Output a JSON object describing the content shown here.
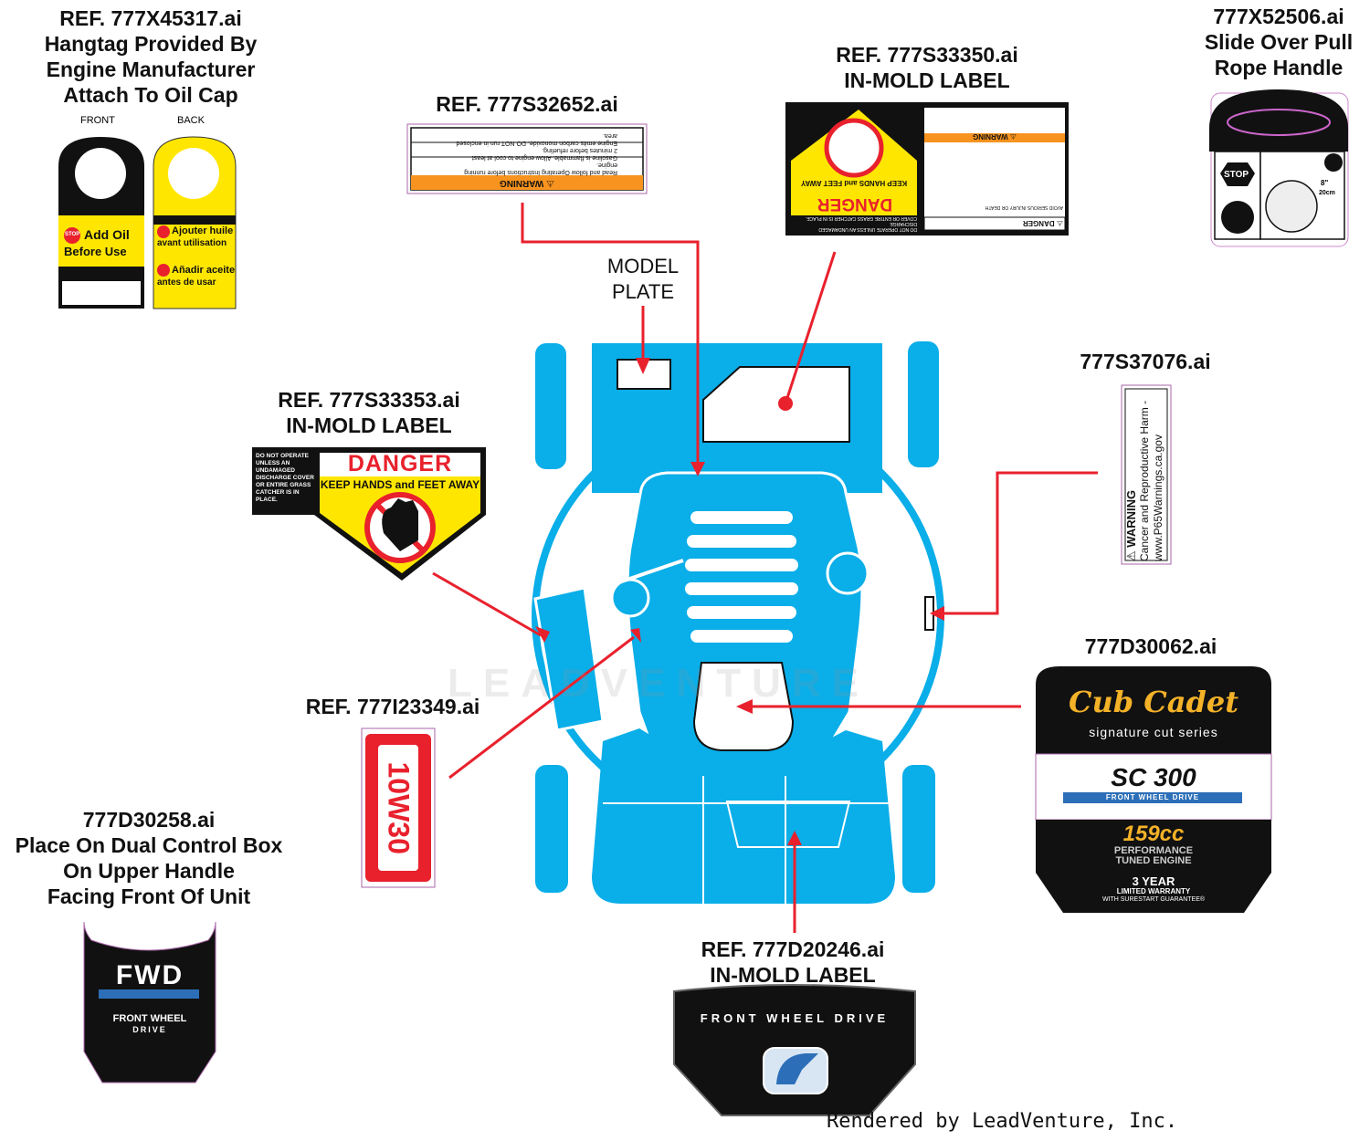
{
  "callouts": {
    "hangtag": {
      "line1": "REF. 777X45317.ai",
      "line2": "Hangtag Provided By",
      "line3": "Engine Manufacturer",
      "line4": "Attach To Oil Cap"
    },
    "warning_top": {
      "line1": "REF. 777S32652.ai"
    },
    "danger_top": {
      "line1": "REF. 777S33350.ai",
      "line2": "IN-MOLD LABEL"
    },
    "pull_rope": {
      "line1": "777X52506.ai",
      "line2": "Slide Over Pull",
      "line3": "Rope Handle"
    },
    "model_plate": {
      "line1": "MODEL",
      "line2": "PLATE"
    },
    "danger_left": {
      "line1": "REF. 777S33353.ai",
      "line2": "IN-MOLD LABEL"
    },
    "prop65": {
      "line1": "777S37076.ai"
    },
    "oil_10w30": {
      "line1": "REF. 777I23349.ai"
    },
    "cub_cadet": {
      "line1": "777D30062.ai"
    },
    "fwd_box": {
      "line1": "777D30258.ai",
      "line2": "Place On Dual Control Box",
      "line3": "On Upper Handle",
      "line4": "Facing Front Of Unit"
    },
    "fwd_inmold": {
      "line1": "REF. 777D20246.ai",
      "line2": "IN-MOLD LABEL"
    }
  },
  "hangtag": {
    "front_label": "FRONT",
    "back_label": "BACK",
    "front_stop": "STOP",
    "front_text1": "Add Oil",
    "front_text2": "Before Use",
    "back_text1": "Ajouter huile",
    "back_text2": "avant utilisation",
    "back_text3": "Añadir aceite",
    "back_text4": "antes de usar"
  },
  "warning_label": {
    "header": "⚠ WARNING",
    "line1": "Read and follow Operating Instructions before running",
    "line2": "engine.",
    "line3": "Gasoline is flammable. Allow engine to cool at least",
    "line4": "2 minutes before refueling.",
    "line5": "Engine emits carbon monoxide. DO NOT run in enclosed",
    "line6": "area."
  },
  "danger_top_label": {
    "danger": "DANGER",
    "keep": "KEEP HANDS and FEET AWAY",
    "danger_small": "⚠ DANGER",
    "warning_small": "⚠ WARNING",
    "text1": "DO NOT OPERATE UNLESS AN UNDAMAGED DISCHARGE",
    "text2": "COVER OR ENTIRE GRASS CATCHER IS IN PLACE.",
    "text3": "AVOID SERIOUS INJURY OR DEATH"
  },
  "danger_left_label": {
    "danger": "DANGER",
    "keep": "KEEP HANDS and FEET AWAY",
    "side1": "DO NOT OPERATE",
    "side2": "UNLESS AN",
    "side3": "UNDAMAGED",
    "side4": "DISCHARGE COVER",
    "side5": "OR ENTIRE GRASS",
    "side6": "CATCHER IS IN",
    "side7": "PLACE."
  },
  "pull_rope_label": {
    "stop": "STOP",
    "size1": "8\"",
    "size2": "20cm"
  },
  "prop65_label": {
    "warning": "⚠ WARNING",
    "text": "Cancer and Reproductive Harm -",
    "url": "www.P65Warnings.ca.gov"
  },
  "oil_label": {
    "text": "10W30"
  },
  "cub_cadet_label": {
    "brand": "Cub Cadet",
    "series": "signature cut series",
    "model": "SC 300",
    "drive": "FRONT WHEEL DRIVE",
    "cc": "159cc",
    "perf1": "PERFORMANCE",
    "perf2": "TUNED ENGINE",
    "warranty1": "3 YEAR",
    "warranty2": "LIMITED WARRANTY",
    "warranty3": "WITH SURESTART GUARANTEE®"
  },
  "fwd_box_label": {
    "big": "FWD",
    "line1": "FRONT WHEEL",
    "line2": "DRIVE"
  },
  "fwd_inmold_label": {
    "text": "FRONT WHEEL DRIVE"
  },
  "watermark": "LEADVENTURE",
  "credit": "Rendered by LeadVenture, Inc.",
  "colors": {
    "mower_blue": "#0aaee8",
    "arrow_red": "#e8212d",
    "danger_yellow": "#ffe600",
    "danger_red": "#e8212d",
    "warning_orange": "#f7931e",
    "cub_gold": "#f4b228",
    "fwd_blue": "#2c6fb8"
  }
}
